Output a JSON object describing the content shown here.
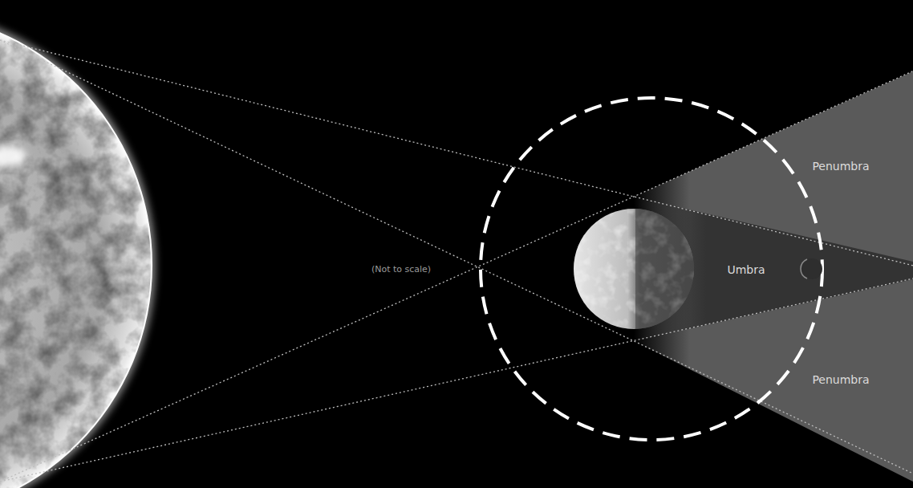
{
  "diagram": {
    "labels": [
      "Penumbra",
      "(Not to scale)",
      "Umbra",
      "Penumbra"
    ]
  }
}
